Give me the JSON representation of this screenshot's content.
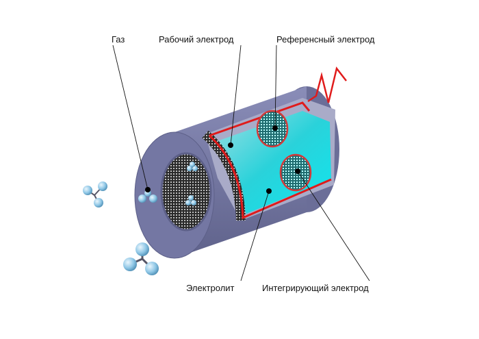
{
  "labels": {
    "gas": "Газ",
    "working_electrode": "Рабочий электрод",
    "reference_electrode": "Референсный электрод",
    "electrolyte": "Электролит",
    "integrating_electrode": "Интегрирующий электрод"
  },
  "colors": {
    "body": "#7b7ea8",
    "body_dark": "#5d6088",
    "electrolyte": "#22d6dd",
    "wire": "#e01b1b",
    "molecule": "#8fc7e6"
  }
}
